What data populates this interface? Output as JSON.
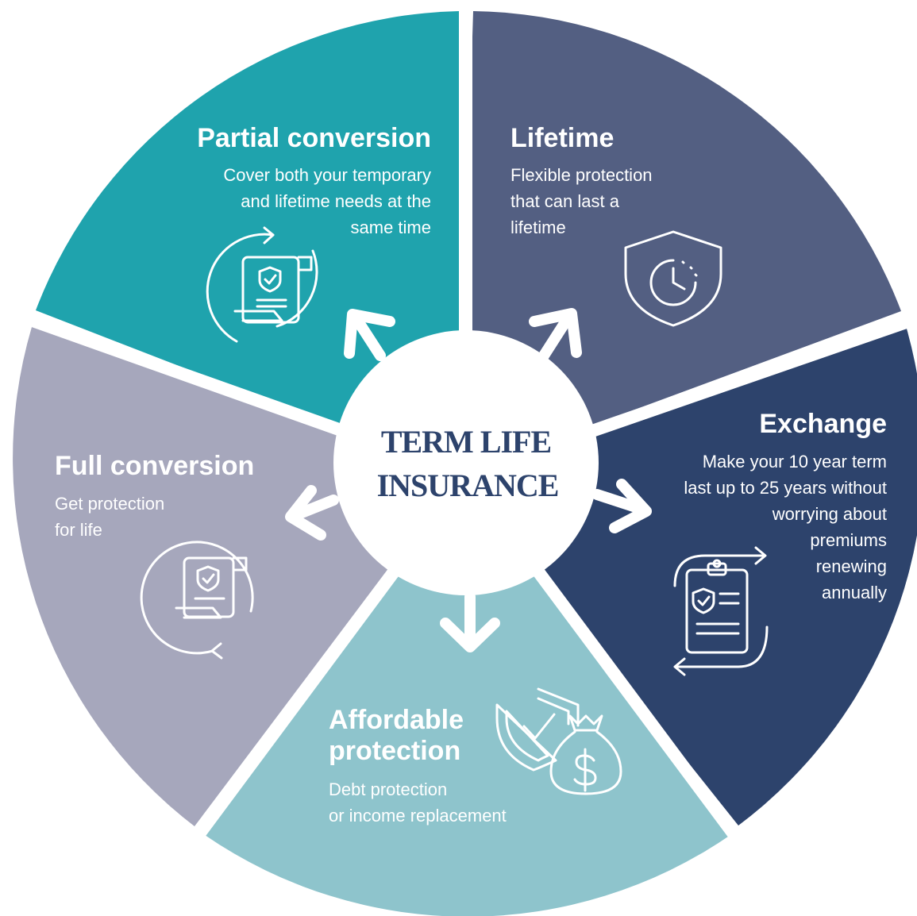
{
  "center": {
    "line1": "TERM LIFE",
    "line2": "INSURANCE"
  },
  "colors": {
    "partial": "#1fa3ad",
    "lifetime": "#535f82",
    "exchange": "#2d436c",
    "affordable": "#8ec4cc",
    "full": "#a6a7bc",
    "center_text": "#2d436c"
  },
  "segments": {
    "partial": {
      "title": "Partial conversion",
      "lines": [
        "Cover both your temporary",
        "and lifetime needs at the",
        "same time"
      ],
      "icon": "scroll-shield-cycle-icon"
    },
    "lifetime": {
      "title": "Lifetime",
      "lines": [
        "Flexible protection",
        "that can last a",
        "lifetime"
      ],
      "icon": "shield-clock-icon"
    },
    "exchange": {
      "title": "Exchange",
      "lines": [
        "Make your 10 year term",
        "last up to 25 years without",
        "worrying about",
        "premiums",
        "renewing",
        "annually"
      ],
      "icon": "clipboard-exchange-icon"
    },
    "affordable": {
      "title_lines": [
        "Affordable",
        "protection"
      ],
      "lines": [
        "Debt protection",
        "or income replacement"
      ],
      "icon": "shield-money-bag-icon"
    },
    "full": {
      "title": "Full conversion",
      "lines": [
        "Get protection",
        "for life"
      ],
      "icon": "scroll-shield-circle-icon"
    }
  }
}
